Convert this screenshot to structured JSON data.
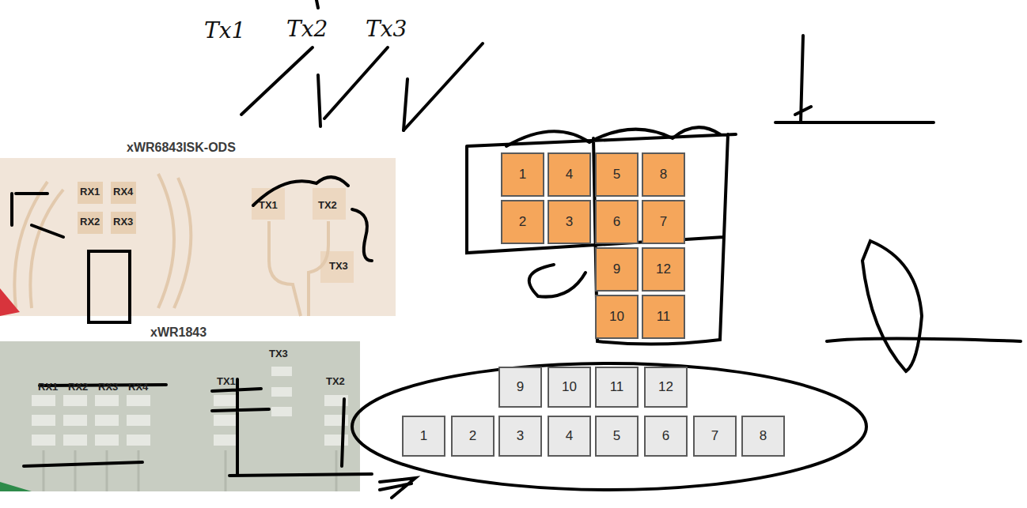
{
  "diagram": {
    "nodes": [
      {
        "text": [
          "xWR6843ISK-ODS"
        ]
      },
      {
        "text": [
          "xWR1843"
        ]
      },
      {
        "text": [
          "1"
        ]
      },
      {
        "text": [
          "4"
        ]
      },
      {
        "text": [
          "5"
        ]
      },
      {
        "text": [
          "8"
        ]
      },
      {
        "text": [
          "2"
        ]
      },
      {
        "text": [
          "3"
        ]
      },
      {
        "text": [
          "6"
        ]
      },
      {
        "text": [
          "7"
        ]
      },
      {
        "text": [
          "9"
        ]
      },
      {
        "text": [
          "12"
        ]
      },
      {
        "text": [
          "10"
        ]
      },
      {
        "text": [
          "11"
        ]
      },
      {
        "text": [
          "9"
        ]
      },
      {
        "text": [
          "10"
        ]
      },
      {
        "text": [
          "11"
        ]
      },
      {
        "text": [
          "12"
        ]
      },
      {
        "text": [
          "1"
        ]
      },
      {
        "text": [
          "2"
        ]
      },
      {
        "text": [
          "3"
        ]
      },
      {
        "text": [
          "4"
        ]
      },
      {
        "text": [
          "5"
        ]
      },
      {
        "text": [
          "6"
        ]
      },
      {
        "text": [
          "7"
        ]
      },
      {
        "text": [
          "8"
        ]
      }
    ],
    "labels": [
      "Tx1",
      "Tx2",
      "Tx3",
      "RX1",
      "RX4",
      "RX2",
      "RX3",
      "TX1",
      "TX2",
      "TX3",
      "RX1",
      "RX2",
      "RX3",
      "RX4",
      "TX3",
      "TX1",
      "TX2"
    ]
  }
}
